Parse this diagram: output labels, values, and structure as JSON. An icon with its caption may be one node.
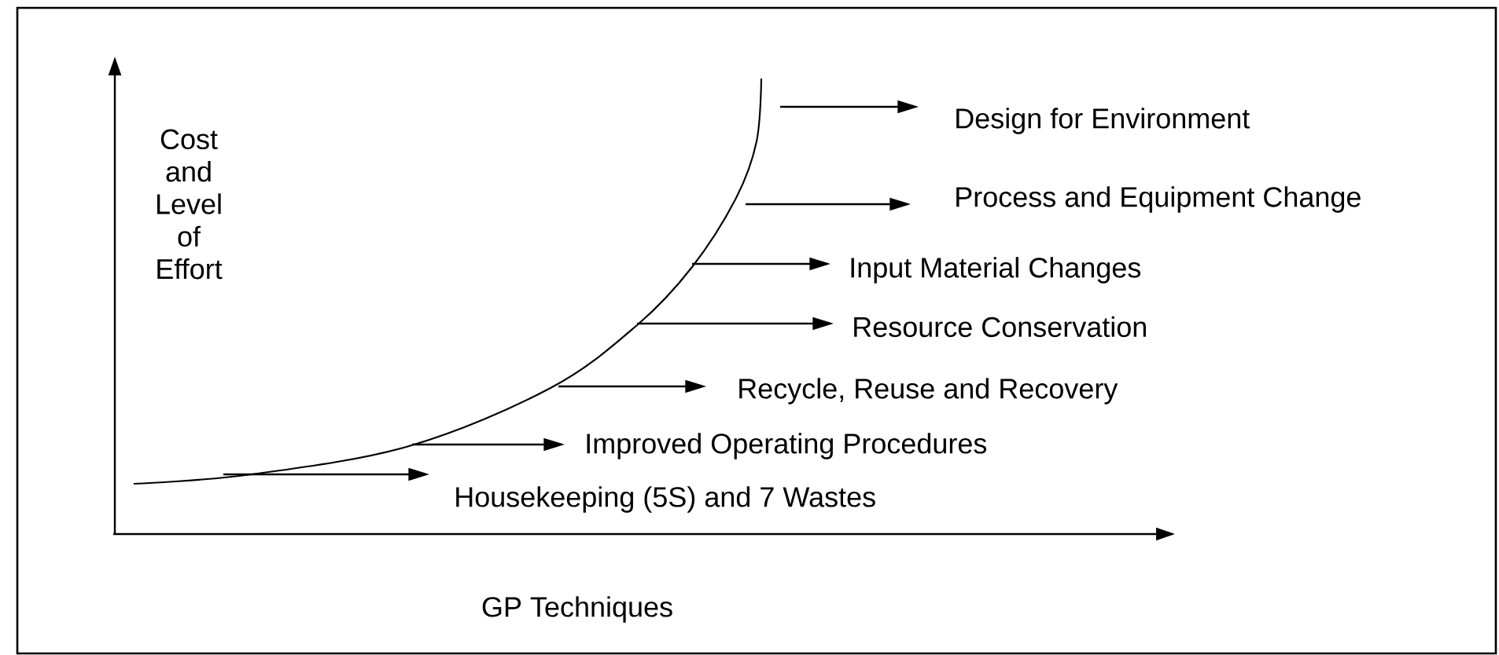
{
  "diagram": {
    "nodes": [
      {
        "text": [
          "Design for Environment"
        ]
      },
      {
        "text": [
          "Process and Equipment Change"
        ]
      },
      {
        "text": [
          "Input Material Changes"
        ]
      },
      {
        "text": [
          "Resource Conservation"
        ]
      },
      {
        "text": [
          "Recycle, Reuse and Recovery"
        ]
      },
      {
        "text": [
          "Improved Operating Procedures"
        ]
      },
      {
        "text": [
          "Housekeeping (5S) and 7 Wastes"
        ]
      }
    ],
    "edges": [
      {
        "from": null,
        "to": 0,
        "arrow": "to"
      },
      {
        "from": null,
        "to": 1,
        "arrow": "to"
      },
      {
        "from": null,
        "to": 2,
        "arrow": "to"
      },
      {
        "from": null,
        "to": 3,
        "arrow": "to"
      },
      {
        "from": null,
        "to": 4,
        "arrow": "to"
      },
      {
        "from": null,
        "to": 5,
        "arrow": "to"
      },
      {
        "from": null,
        "to": 6,
        "arrow": "to"
      }
    ],
    "labels": [
      "Cost and Level of Effort",
      "GP Techniques"
    ]
  }
}
